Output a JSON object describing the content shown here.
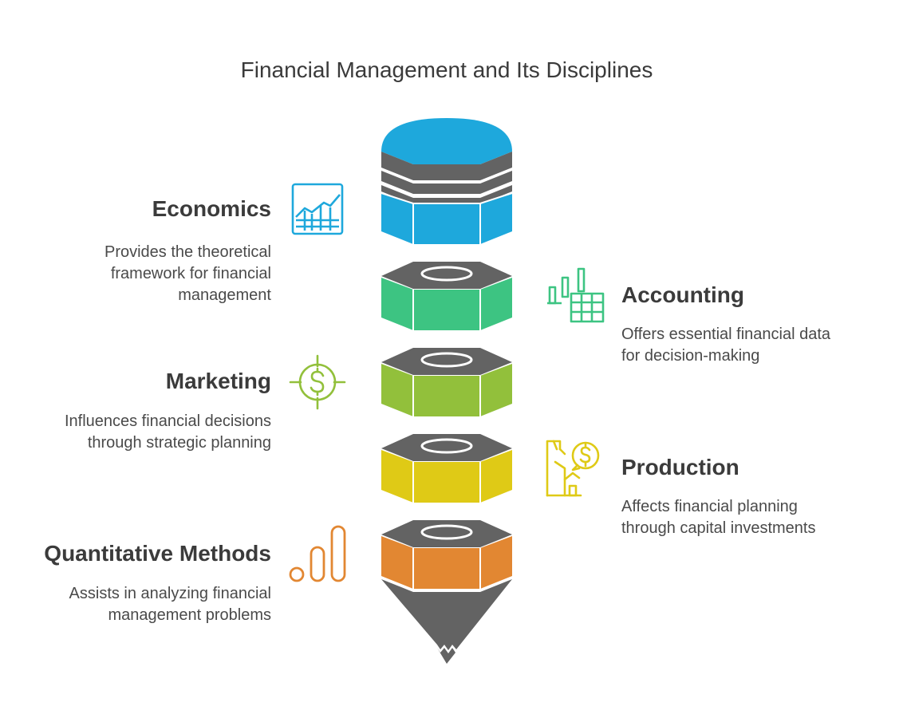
{
  "title": "Financial Management and Its Disciplines",
  "colors": {
    "economics": "#1ea8dc",
    "accounting": "#3dc482",
    "marketing": "#92c03b",
    "production": "#dfca16",
    "quantitative": "#e28732",
    "cap_gray": "#636363"
  },
  "items": [
    {
      "heading": "Economics",
      "desc": [
        "Provides the theoretical",
        "framework for financial",
        "management"
      ],
      "icon": "line-chart-icon"
    },
    {
      "heading": "Accounting",
      "desc": [
        "Offers essential financial data",
        "for decision-making"
      ],
      "icon": "bar-chart-table-icon"
    },
    {
      "heading": "Marketing",
      "desc": [
        "Influences financial decisions",
        "through strategic planning"
      ],
      "icon": "dollar-target-icon"
    },
    {
      "heading": "Production",
      "desc": [
        "Affects financial planning",
        "through capital investments"
      ],
      "icon": "factory-dollar-icon"
    },
    {
      "heading": "Quantitative Methods",
      "desc": [
        "Assists in analyzing financial",
        "management problems"
      ],
      "icon": "bar-growth-icon"
    }
  ]
}
